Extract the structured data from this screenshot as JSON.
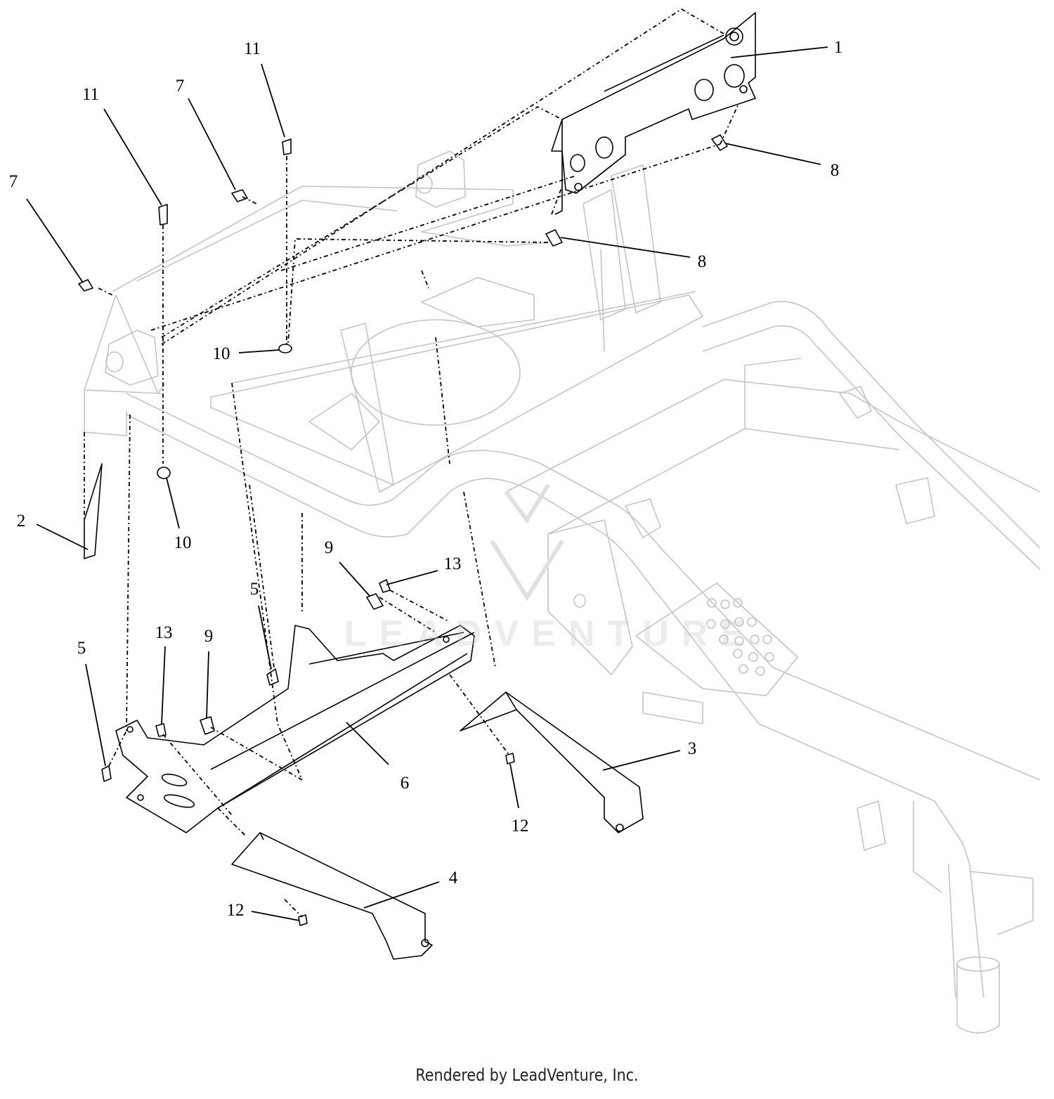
{
  "diagram": {
    "callouts": [
      {
        "label": "1"
      },
      {
        "label": "2"
      },
      {
        "label": "3"
      },
      {
        "label": "4"
      },
      {
        "label": "5"
      },
      {
        "label": "5"
      },
      {
        "label": "6"
      },
      {
        "label": "7"
      },
      {
        "label": "7"
      },
      {
        "label": "8"
      },
      {
        "label": "8"
      },
      {
        "label": "9"
      },
      {
        "label": "9"
      },
      {
        "label": "10"
      },
      {
        "label": "10"
      },
      {
        "label": "11"
      },
      {
        "label": "11"
      },
      {
        "label": "12"
      },
      {
        "label": "12"
      },
      {
        "label": "13"
      },
      {
        "label": "13"
      }
    ],
    "watermark": "LEADVENTURE",
    "footer": "Rendered by LeadVenture, Inc."
  },
  "colors": {
    "frame_line": "#c8c8c8",
    "part_line": "#000000",
    "leader_line": "#000000"
  }
}
